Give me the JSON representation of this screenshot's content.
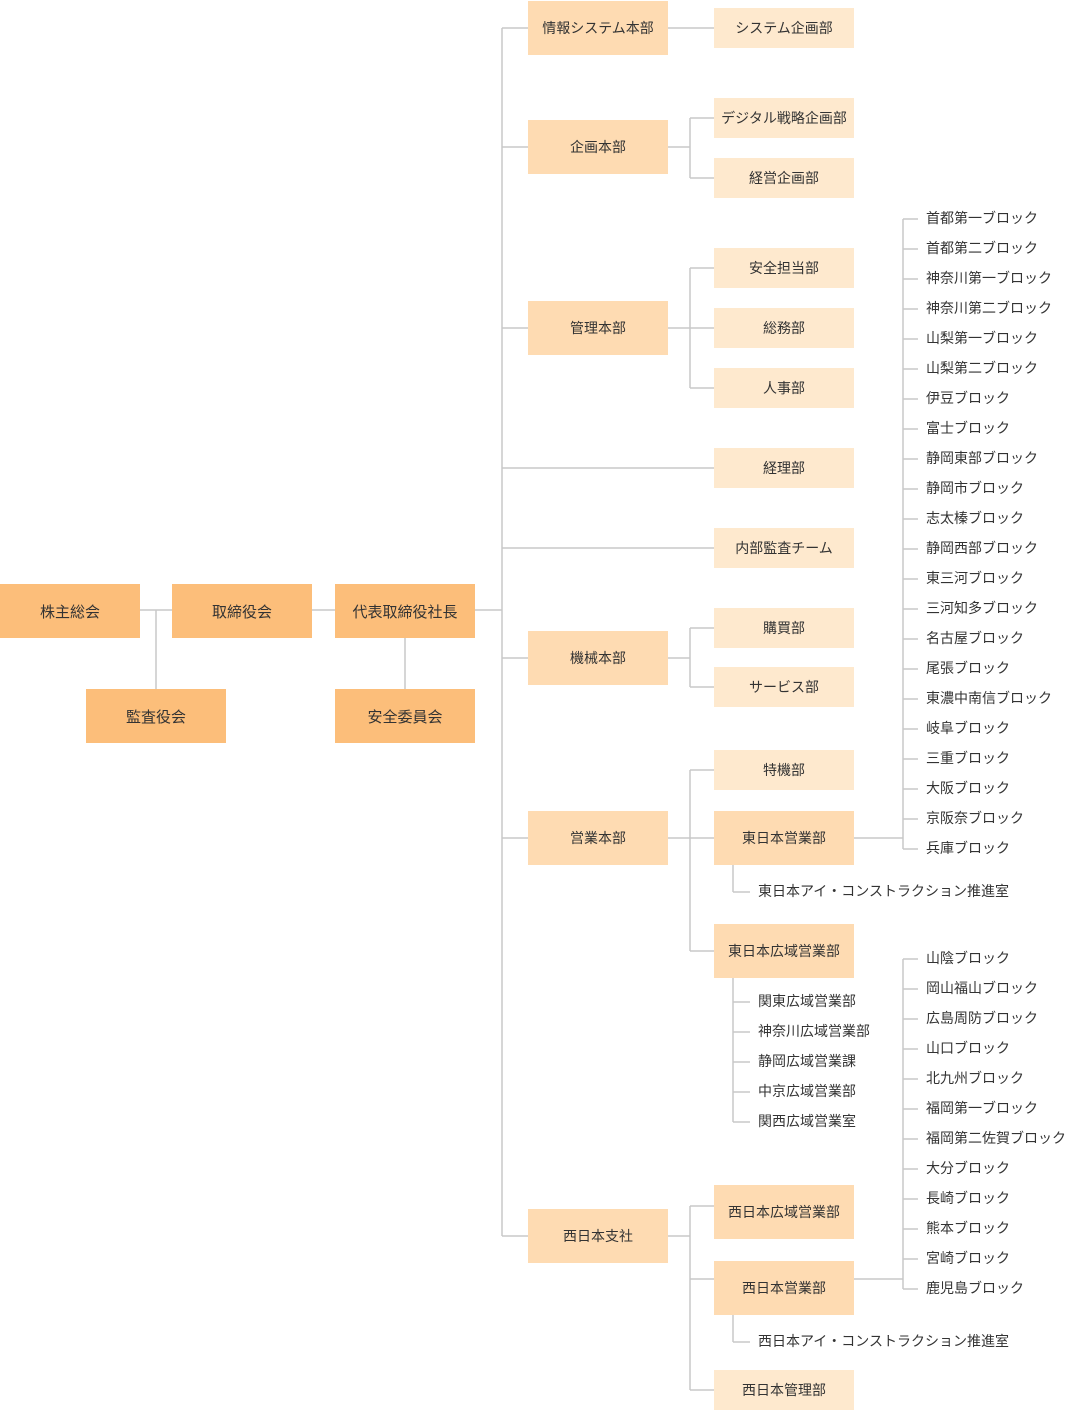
{
  "colors": {
    "line": "#c8c8c8",
    "main_box": "#FCBE7A",
    "division_box": "#FEDBB2",
    "dept_box": "#FEE9CE",
    "text": "#333333"
  },
  "governance": {
    "shareholders": "株主総会",
    "board": "取締役会",
    "auditors": "監査役会",
    "president": "代表取締役社長",
    "safety_committee": "安全委員会"
  },
  "divisions": {
    "info_systems": {
      "label": "情報システム本部",
      "depts": [
        "システム企画部"
      ]
    },
    "planning": {
      "label": "企画本部",
      "depts": [
        "デジタル戦略企画部",
        "経営企画部"
      ]
    },
    "admin": {
      "label": "管理本部",
      "depts": [
        "安全担当部",
        "総務部",
        "人事部"
      ]
    },
    "accounting": "経理部",
    "internal_audit": "内部監査チーム",
    "machinery": {
      "label": "機械本部",
      "depts": [
        "購買部",
        "サービス部"
      ]
    },
    "sales": {
      "label": "営業本部",
      "special": "特機部",
      "east_sales": "東日本営業部",
      "east_construction": "東日本アイ・コンストラクション推進室",
      "east_wide": "東日本広域営業部",
      "east_wide_units": [
        "関東広域営業部",
        "神奈川広域営業部",
        "静岡広域営業課",
        "中京広域営業部",
        "関西広域営業室"
      ]
    },
    "west_branch": {
      "label": "西日本支社",
      "west_wide": "西日本広域営業部",
      "west_sales": "西日本営業部",
      "west_construction": "西日本アイ・コンストラクション推進室",
      "west_admin": "西日本管理部"
    }
  },
  "east_blocks": [
    "首都第一ブロック",
    "首都第二ブロック",
    "神奈川第一ブロック",
    "神奈川第二ブロック",
    "山梨第一ブロック",
    "山梨第二ブロック",
    "伊豆ブロック",
    "富士ブロック",
    "静岡東部ブロック",
    "静岡市ブロック",
    "志太榛ブロック",
    "静岡西部ブロック",
    "東三河ブロック",
    "三河知多ブロック",
    "名古屋ブロック",
    "尾張ブロック",
    "東濃中南信ブロック",
    "岐阜ブロック",
    "三重ブロック",
    "大阪ブロック",
    "京阪奈ブロック",
    "兵庫ブロック"
  ],
  "west_blocks": [
    "山陰ブロック",
    "岡山福山ブロック",
    "広島周防ブロック",
    "山口ブロック",
    "北九州ブロック",
    "福岡第一ブロック",
    "福岡第二佐賀ブロック",
    "大分ブロック",
    "長崎ブロック",
    "熊本ブロック",
    "宮崎ブロック",
    "鹿児島ブロック"
  ]
}
